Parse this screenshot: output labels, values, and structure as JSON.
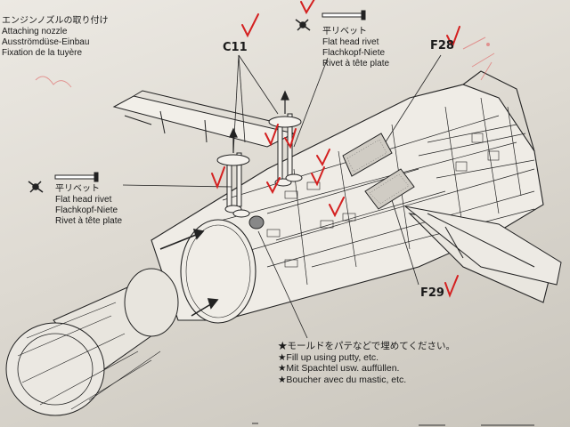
{
  "step": {
    "nozzle_jp": "エンジンノズルの取り付け",
    "nozzle_en": "Attaching nozzle",
    "nozzle_de": "Ausströmdüse-Einbau",
    "nozzle_fr": "Fixation de la tuyère"
  },
  "rivet_top": {
    "jp": "平リベット",
    "en": "Flat head rivet",
    "de": "Flachkopf-Niete",
    "fr": "Rivet à tête plate"
  },
  "rivet_left": {
    "jp": "平リベット",
    "en": "Flat head rivet",
    "de": "Flachkopf-Niete",
    "fr": "Rivet à tête plate"
  },
  "parts": {
    "c11": "C11",
    "f28": "F28",
    "f29": "F29"
  },
  "putty_note": {
    "jp": "★モールドをパテなどで埋めてください。",
    "en": "★Fill up using putty, etc.",
    "de": "★Mit Spachtel usw. auffüllen.",
    "fr": "★Boucher avec du mastic, etc."
  },
  "colors": {
    "ink": "#1a1a1a",
    "check_red": "#d42020",
    "paper": "#e6e3dc"
  }
}
